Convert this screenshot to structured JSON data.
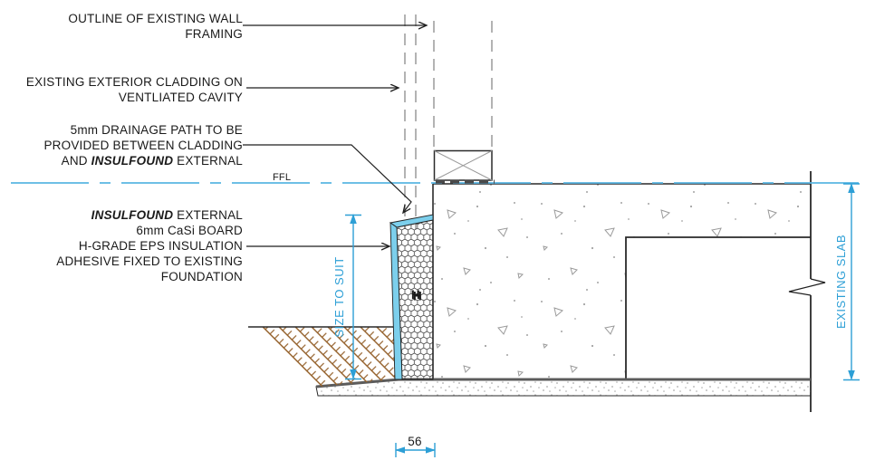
{
  "drawing": {
    "callouts": {
      "wall_framing": {
        "line1": "OUTLINE OF EXISTING WALL",
        "line2": "FRAMING"
      },
      "cladding": {
        "line1": "EXISTING EXTERIOR CLADDING ON",
        "line2": "VENTLIATED CAVITY"
      },
      "drainage": {
        "line1": "5mm DRAINAGE PATH TO BE",
        "line2": "PROVIDED BETWEEN CLADDING",
        "line3_pre": "AND ",
        "line3_brand": "INSULFOUND",
        "line3_post": " EXTERNAL"
      },
      "board": {
        "line1_brand": "INSULFOUND",
        "line1_post": " EXTERNAL",
        "line2": "6mm CaSi BOARD",
        "line3": "H-GRADE EPS INSULATION",
        "line4": "ADHESIVE FIXED TO EXISTING",
        "line5": "FOUNDATION"
      }
    },
    "levels": {
      "ffl": "FFL"
    },
    "dimensions": {
      "size_to_suit": "SIZE TO SUIT",
      "existing_slab": "EXISTING SLAB",
      "board_width": "56"
    },
    "materials": {
      "eps_grade": "H"
    },
    "colors": {
      "dimension": "#2d9fd6",
      "ffl_line": "#5ab6e2",
      "board_face": "#7ccfec",
      "earth_hatch": "#96632e",
      "eps_grade_label": "#c4763a",
      "concrete_stipple": "#9a9a9a"
    }
  }
}
